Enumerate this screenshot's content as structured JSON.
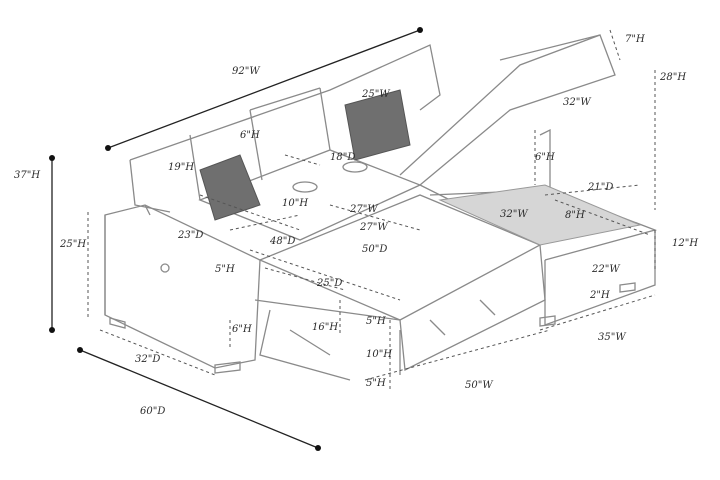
{
  "dimensions": {
    "total_width": "92\"W",
    "total_height": "37\"H",
    "arm_height": "25\"H",
    "seat_depth_total": "60\"D",
    "arm_depth": "32\"D",
    "leg_height": "6\"H",
    "headrest_top": "6\"H",
    "pillow_h": "19\"H",
    "pillow_d": "23\"D",
    "pillow_w": "25\"W",
    "cup_d": "18\"D",
    "console_h": "10\"H",
    "console_w": "27\"W",
    "inner_w1": "27\"W",
    "pull_w": "48\"D",
    "pull_w2": "50\"D",
    "pull_d": "25\"D",
    "side_h": "5\"H",
    "mid_h": "16\"H",
    "s_h": "5\"H",
    "s_h2": "10\"H",
    "s_h3": "5\"H",
    "bed_w": "50\"W",
    "lid_top": "7\"H",
    "lid_h": "28\"H",
    "lid_w": "32\"W",
    "lid_s": "6\"H",
    "chaise_d": "21\"D",
    "chaise_w": "32\"W",
    "chaise_h": "8\"H",
    "chaise_side": "12\"H",
    "chaise_d2": "22\"W",
    "chaise_leg": "2\"H",
    "chaise_width": "35\"W"
  }
}
